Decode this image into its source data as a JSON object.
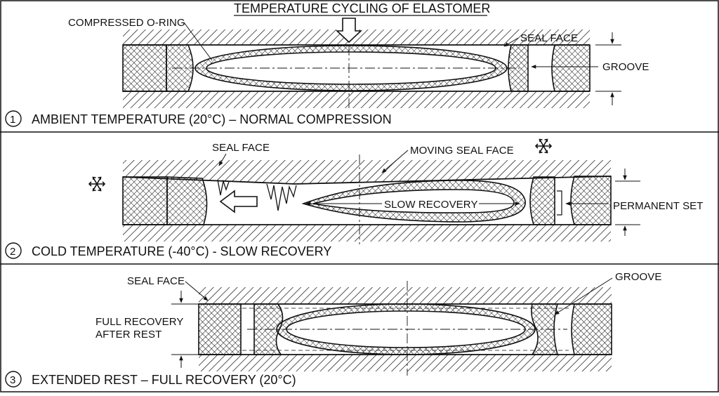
{
  "title": "TEMPERATURE CYCLING OF ELASTOMER",
  "panels": [
    {
      "number": "1",
      "caption": "AMBIENT TEMPERATURE (20°C) – NORMAL COMPRESSION",
      "labels": {
        "oring": "COMPRESSED O-RING",
        "seal_face": "SEAL FACE",
        "groove": "GROOVE"
      }
    },
    {
      "number": "2",
      "caption": "COLD TEMPERATURE (-40°C) - SLOW RECOVERY",
      "labels": {
        "seal_face": "SEAL FACE",
        "moving_seal_face": "MOVING SEAL FACE",
        "slow_recovery": "SLOW RECOVERY",
        "permanent_set": "PERMANENT SET"
      }
    },
    {
      "number": "3",
      "caption": "EXTENDED REST – FULL RECOVERY (20°C)",
      "labels": {
        "seal_face": "SEAL FACE",
        "groove": "GROOVE",
        "full_recovery_line1": "FULL RECOVERY",
        "full_recovery_line2": "AFTER REST"
      }
    }
  ],
  "icons": [
    "snowflake-icon",
    "down-arrow-icon",
    "left-arrow-icon",
    "circled-number-icon"
  ],
  "colors": {
    "ink": "#111111",
    "background": "#ffffff"
  }
}
